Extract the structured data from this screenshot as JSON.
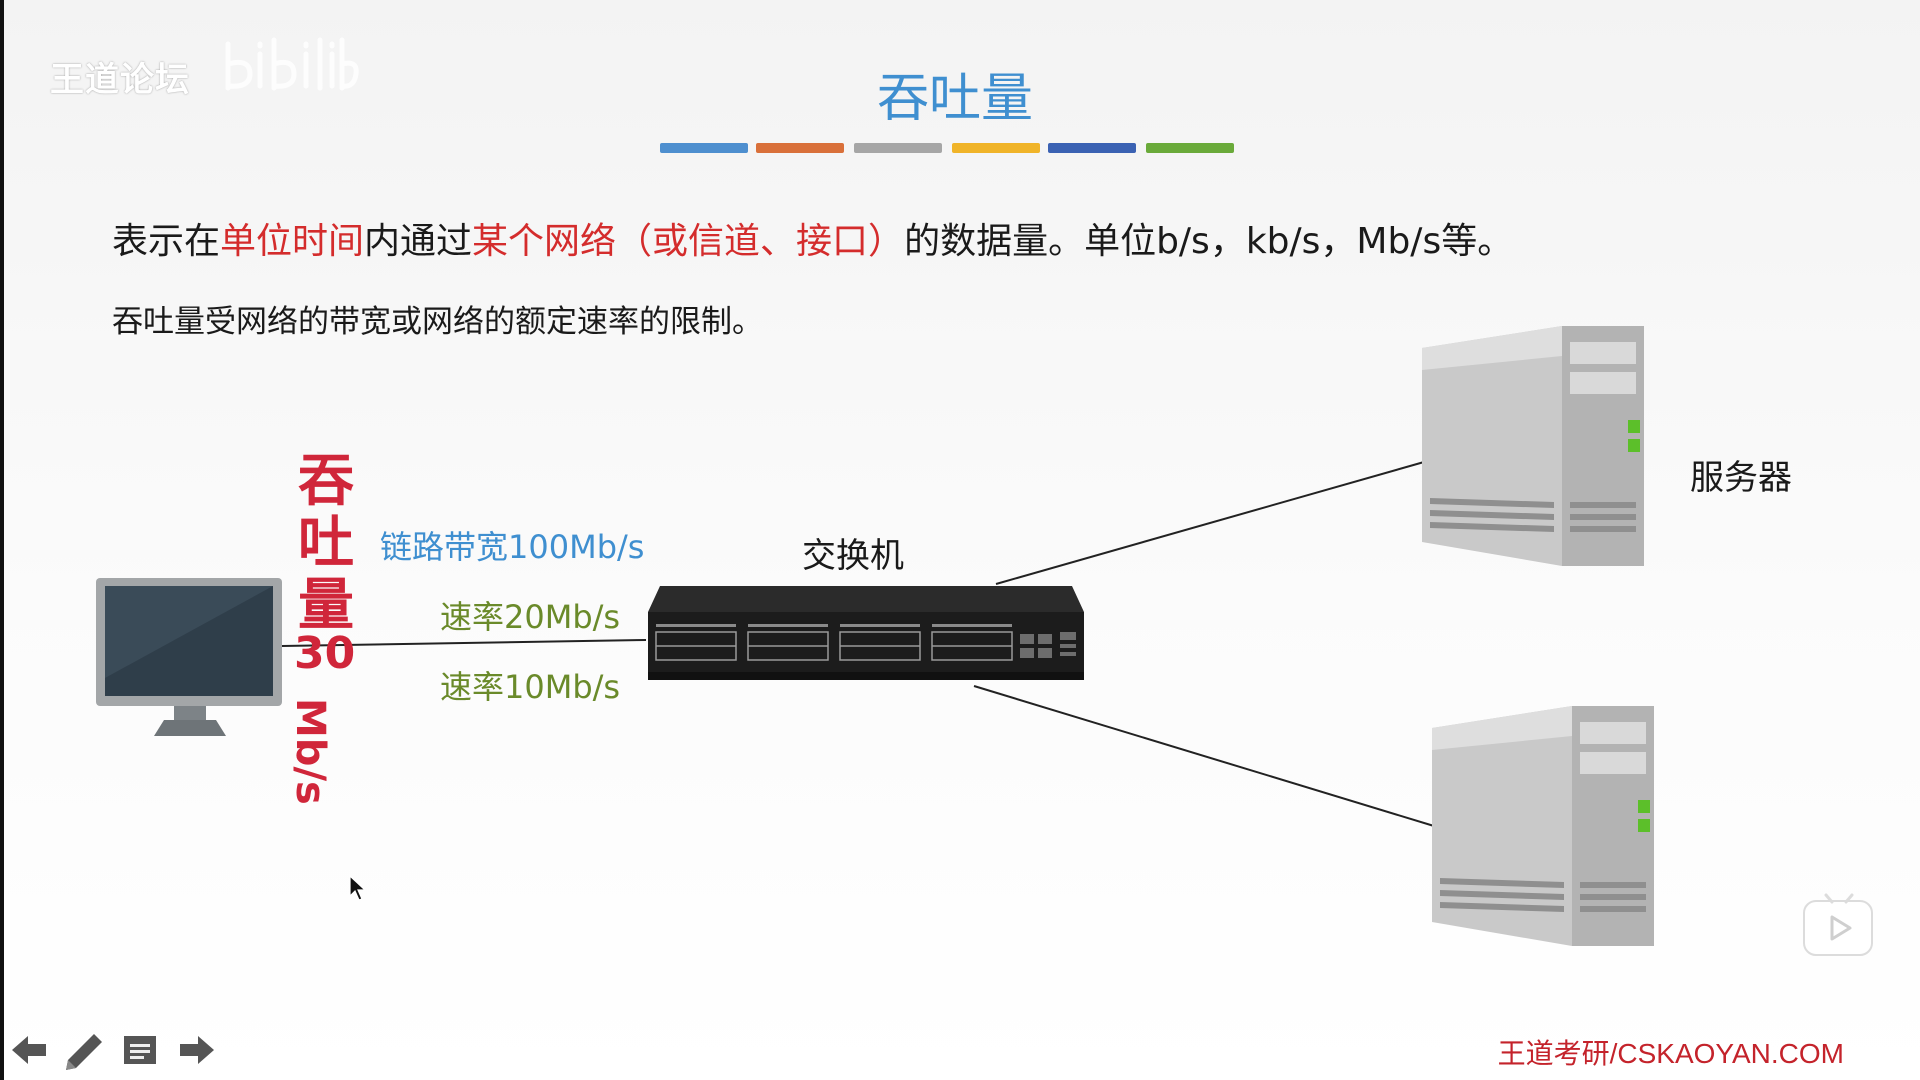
{
  "watermark": {
    "text": "王道论坛",
    "logo_icon": "bilibili-logo-icon"
  },
  "slide": {
    "title": "吞吐量",
    "title_color": "#3f8fd0",
    "color_bars": [
      "#4e8fcf",
      "#d9703a",
      "#a6a6a6",
      "#f0b429",
      "#3b62b3",
      "#6aaa3a"
    ],
    "line1": {
      "p1": "表示在",
      "p2": "单位时间",
      "p3": "内通过",
      "p4": "某个网络（或信道、接口）",
      "p5": "的数据量。单位",
      "p6": "b/s，kb/s，Mb/s",
      "p7": "等。"
    },
    "line2": "吞吐量受网络的带宽或网络的额定速率的限制。",
    "accent_red": "#d42c2c"
  },
  "diagram": {
    "throughput_label": [
      "吞",
      "吐",
      "量"
    ],
    "throughput_value": "30",
    "throughput_unit": "Mb/s",
    "link_bandwidth": "链路带宽100Mb/s",
    "rate_top": "速率20Mb/s",
    "rate_bottom": "速率10Mb/s",
    "switch_label": "交换机",
    "server_label": "服务器",
    "icons": [
      "monitor-icon",
      "switch-icon",
      "server-icon"
    ]
  },
  "footer": {
    "credit": "王道考研/CSKAOYAN.COM",
    "nav": [
      "arrow-left-icon",
      "pen-icon",
      "menu-icon",
      "arrow-right-icon"
    ],
    "player_icon": "play-button-icon"
  }
}
